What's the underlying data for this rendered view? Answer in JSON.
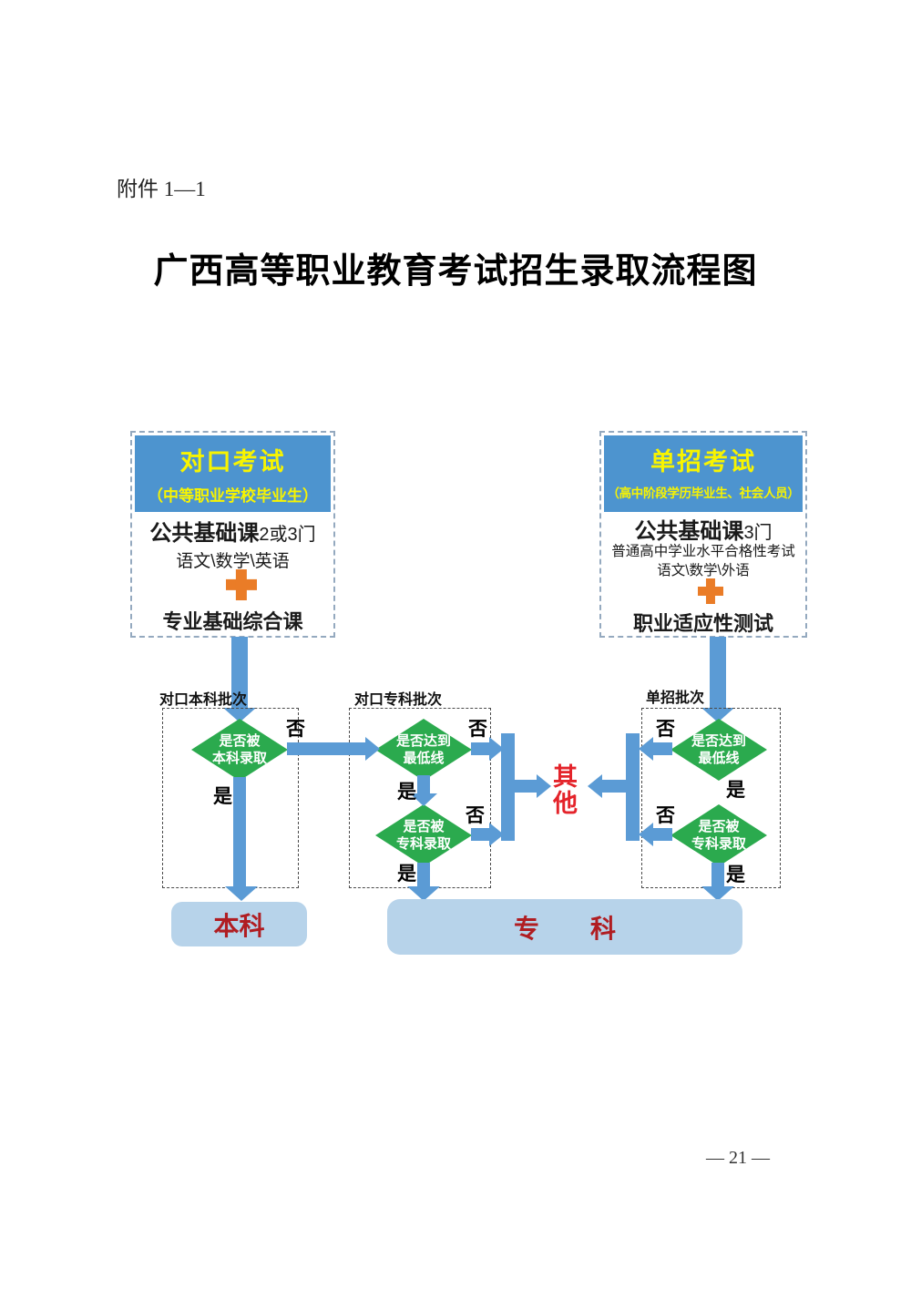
{
  "page": {
    "attachment_label": "附件 1—1",
    "title": "广西高等职业教育考试招生录取流程图",
    "page_number": "— 21 —"
  },
  "colors": {
    "arrow_blue": "#5b9bd5",
    "header_blue": "#4d94cf",
    "header_text_yellow": "#f8f400",
    "diamond_green": "#2baa4e",
    "result_box_blue": "#b7d3ea",
    "result_text_red": "#b01d22",
    "other_text_red": "#e4232a",
    "plus_orange": "#ea7c27"
  },
  "exam_boxes": [
    {
      "header_title": "对口考试",
      "header_subtitle": "（中等职业学校毕业生）",
      "course_bold": "公共基础课",
      "course_suffix": "2或3门",
      "subjects": "语文\\数学\\英语",
      "extra_course": "专业基础综合课"
    },
    {
      "header_title": "单招考试",
      "header_subtitle": "（高中阶段学历毕业生、社会人员）",
      "course_bold": "公共基础课",
      "course_suffix": "3门",
      "exam_note": "普通高中学业水平合格性考试",
      "subjects": "语文\\数学\\外语",
      "extra_course": "职业适应性测试"
    }
  ],
  "batch_labels": [
    {
      "label": "对口本科批次"
    },
    {
      "label": "对口专科批次"
    },
    {
      "label": "单招批次"
    }
  ],
  "decisions": [
    {
      "line1": "是否被",
      "line2": "本科录取"
    },
    {
      "line1": "是否达到",
      "line2": "最低线"
    },
    {
      "line1": "是否被",
      "line2": "专科录取"
    },
    {
      "line1": "是否达到",
      "line2": "最低线"
    },
    {
      "line1": "是否被",
      "line2": "专科录取"
    }
  ],
  "labels": {
    "yes": "是",
    "no": "否",
    "other": "其他"
  },
  "results": {
    "undergraduate": "本科",
    "college": "专　　科"
  }
}
